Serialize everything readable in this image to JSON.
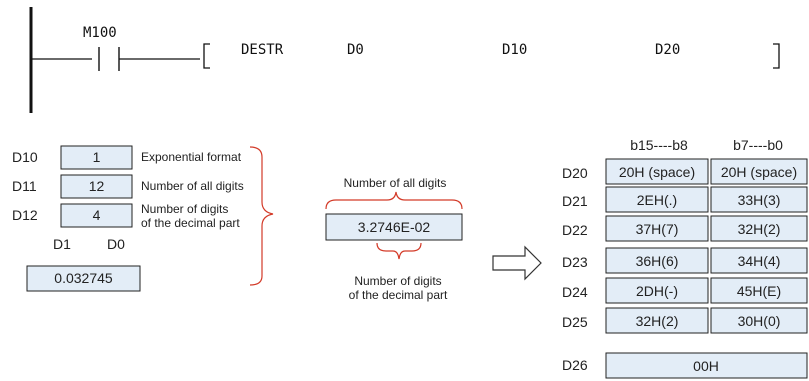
{
  "ladder": {
    "contact": "M100",
    "instruction": "DESTR",
    "operand1": "D0",
    "operand2": "D10",
    "operand3": "D20"
  },
  "params": {
    "rows": [
      {
        "reg": "D10",
        "value": "1",
        "desc": [
          "Exponential format"
        ]
      },
      {
        "reg": "D11",
        "value": "12",
        "desc": [
          "Number of all digits"
        ]
      },
      {
        "reg": "D12",
        "value": "4",
        "desc": [
          "Number of digits",
          "of the decimal part"
        ]
      }
    ],
    "source": {
      "hi": "D1",
      "lo": "D0",
      "value": "0.032745"
    }
  },
  "middle": {
    "top_label": "Number of all digits",
    "value": "3.2746E-02",
    "bottom_label": [
      "Number of digits",
      "of the decimal part"
    ]
  },
  "result": {
    "col_hi": "b15----b8",
    "col_lo": "b7----b0",
    "rows": [
      {
        "reg": "D20",
        "hi": "20H (space)",
        "lo": "20H (space)"
      },
      {
        "reg": "D21",
        "hi": "2EH(.)",
        "lo": "33H(3)"
      },
      {
        "reg": "D22",
        "hi": "37H(7)",
        "lo": "32H(2)"
      },
      {
        "reg": "D23",
        "hi": "36H(6)",
        "lo": "34H(4)"
      },
      {
        "reg": "D24",
        "hi": "2DH(-)",
        "lo": "45H(E)"
      },
      {
        "reg": "D25",
        "hi": "32H(2)",
        "lo": "30H(0)"
      }
    ],
    "last": {
      "reg": "D26",
      "value": "00H"
    }
  },
  "colors": {
    "box_fill": "#e3edf7",
    "bracket": "#d33a28"
  }
}
